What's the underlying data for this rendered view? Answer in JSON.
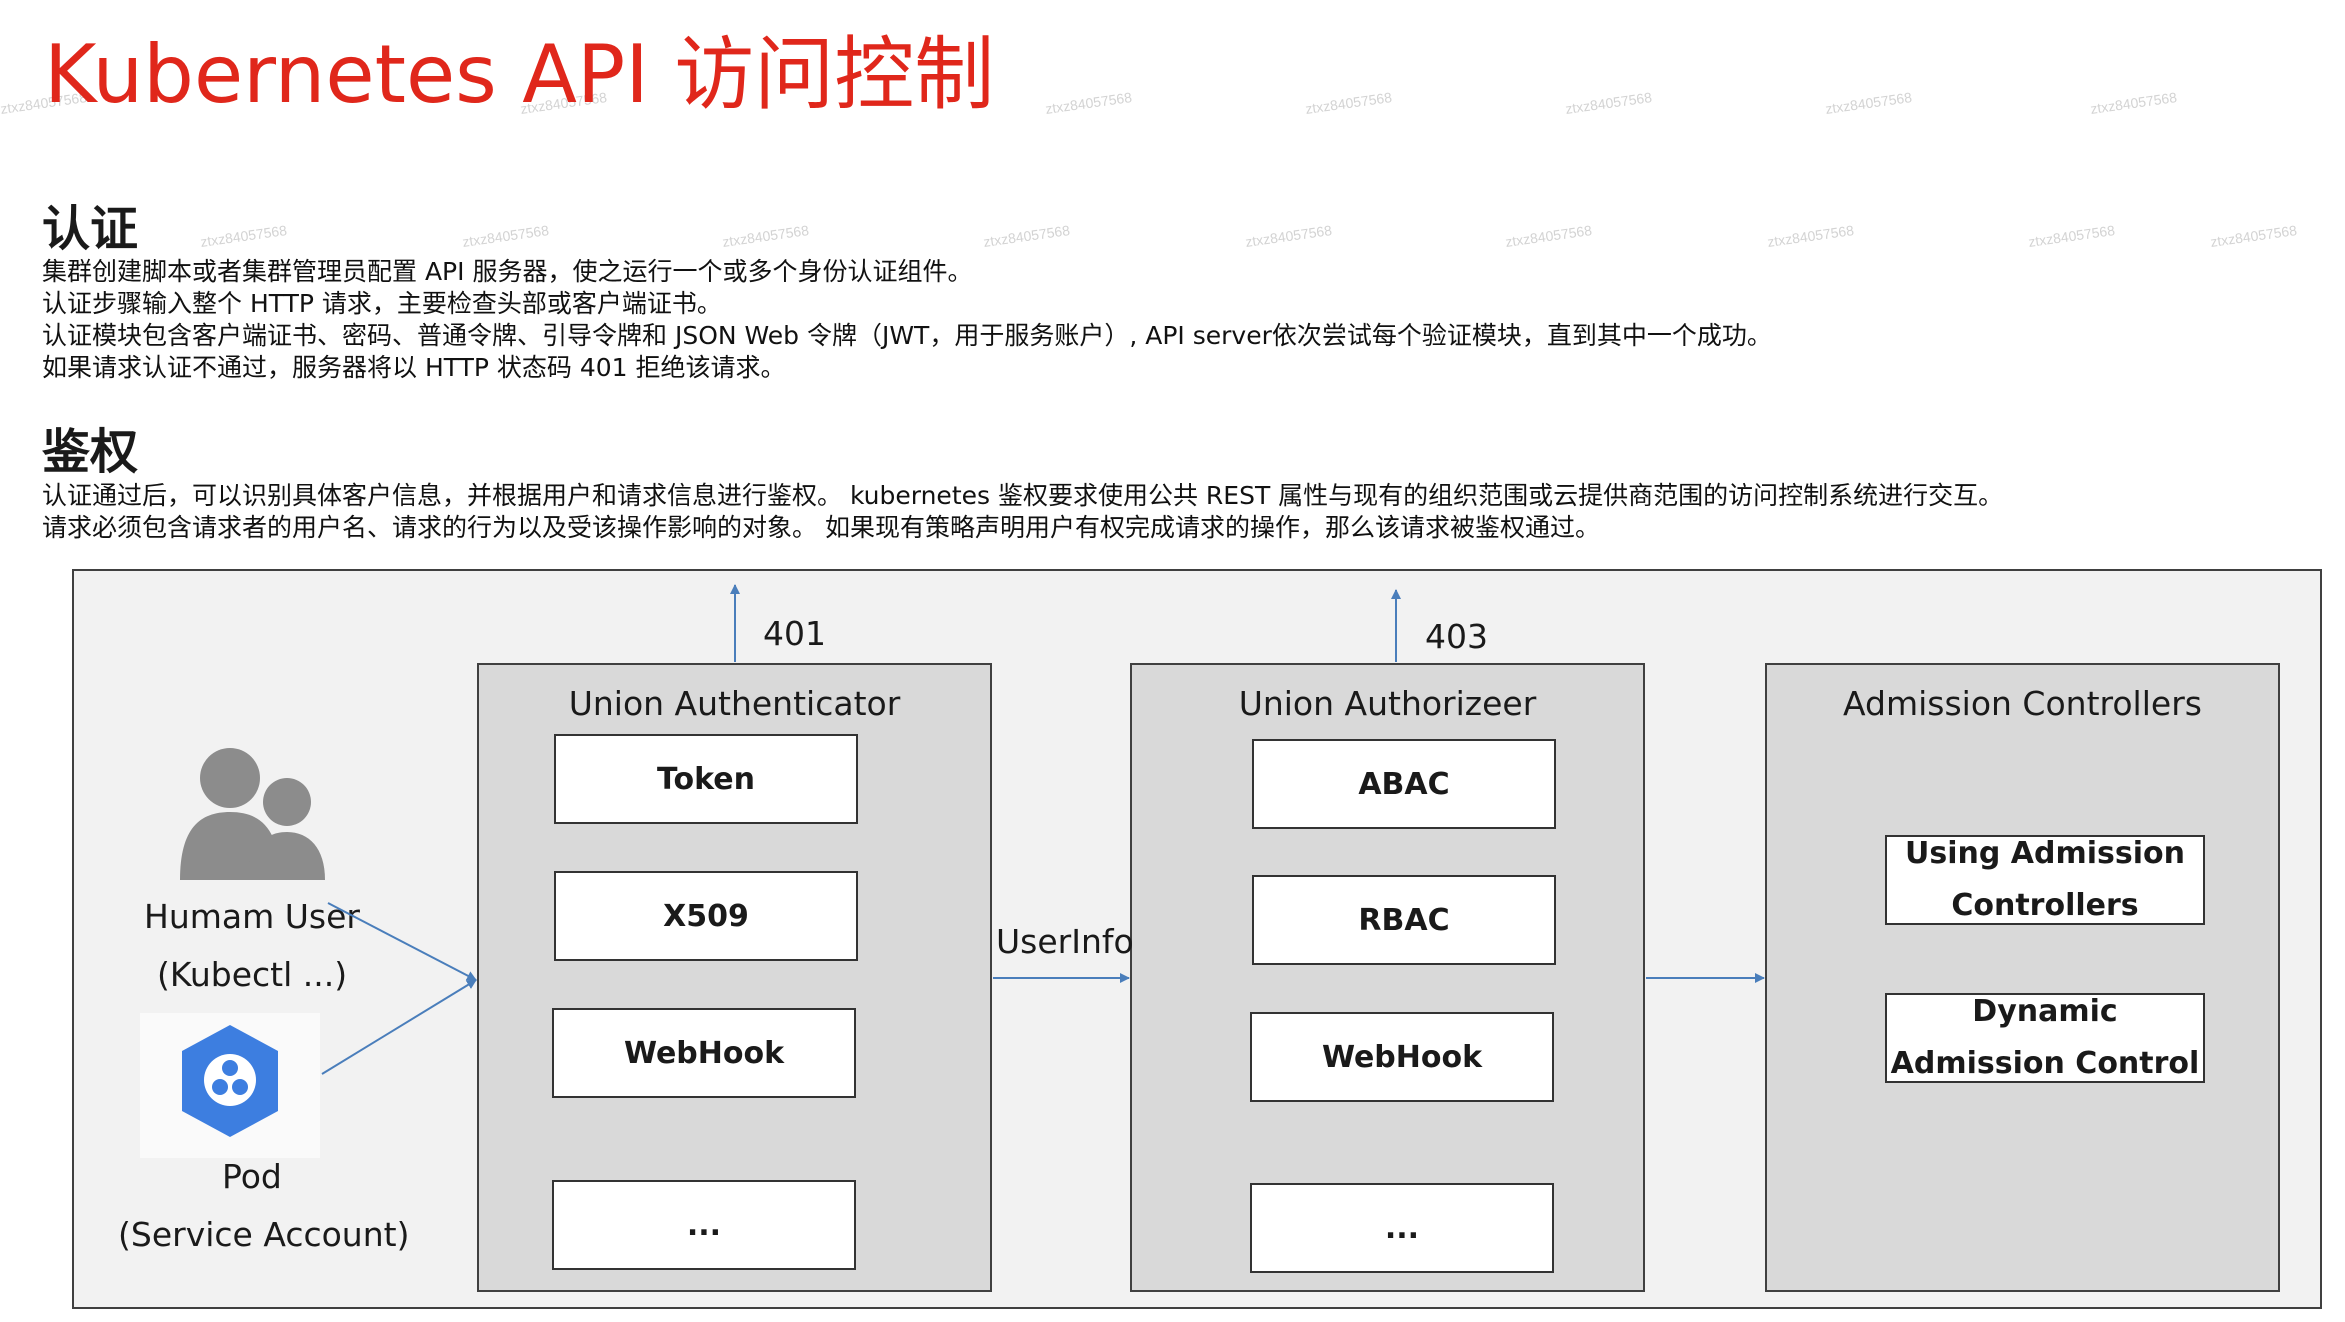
{
  "title": "Kubernetes API 访问控制",
  "watermark": "ztxz84057568",
  "sections": {
    "authn": {
      "heading": "认证",
      "lines": [
        "集群创建脚本或者集群管理员配置 API 服务器，使之运行一个或多个身份认证组件。",
        "认证步骤输入整个 HTTP 请求，主要检查头部或客户端证书。",
        "认证模块包含客户端证书、密码、普通令牌、引导令牌和 JSON Web 令牌（JWT，用于服务账户）, API server依次尝试每个验证模块，直到其中一个成功。",
        "如果请求认证不通过，服务器将以 HTTP 状态码 401 拒绝该请求。"
      ]
    },
    "authz": {
      "heading": "鉴权",
      "lines": [
        "认证通过后，可以识别具体客户信息，并根据用户和请求信息进行鉴权。 kubernetes 鉴权要求使用公共 REST 属性与现有的组织范围或云提供商范围的访问控制系统进行交互。",
        "请求必须包含请求者的用户名、请求的行为以及受该操作影响的对象。 如果现有策略声明用户有权完成请求的操作，那么该请求被鉴权通过。"
      ]
    }
  },
  "diagram": {
    "clients": {
      "user_label": "Humam User",
      "user_sub": "(Kubectl ...)",
      "pod_label": "Pod",
      "pod_sub": "(Service Account)"
    },
    "authenticator": {
      "title": "Union Authenticator",
      "reject_code": "401",
      "modules": [
        "Token",
        "X509",
        "WebHook",
        "..."
      ]
    },
    "userinfo_label": "UserInfo",
    "authorizer": {
      "title": "Union Authorizeer",
      "reject_code": "403",
      "modules": [
        "ABAC",
        "RBAC",
        "WebHook",
        "..."
      ]
    },
    "admission": {
      "title": "Admission Controllers",
      "modules": [
        {
          "line1": "Using Admission",
          "line2": "Controllers"
        },
        {
          "line1": "Dynamic",
          "line2": "Admission Control"
        }
      ]
    }
  },
  "colors": {
    "title": "#e0271b",
    "arrow": "#4a7ebb",
    "frame_bg": "#f2f2f2",
    "group_bg": "#d9d9d9",
    "pod_icon": "#3d7ee0",
    "user_icon": "#8c8c8c"
  },
  "icons": [
    "users-icon",
    "pod-hexagon-icon"
  ]
}
